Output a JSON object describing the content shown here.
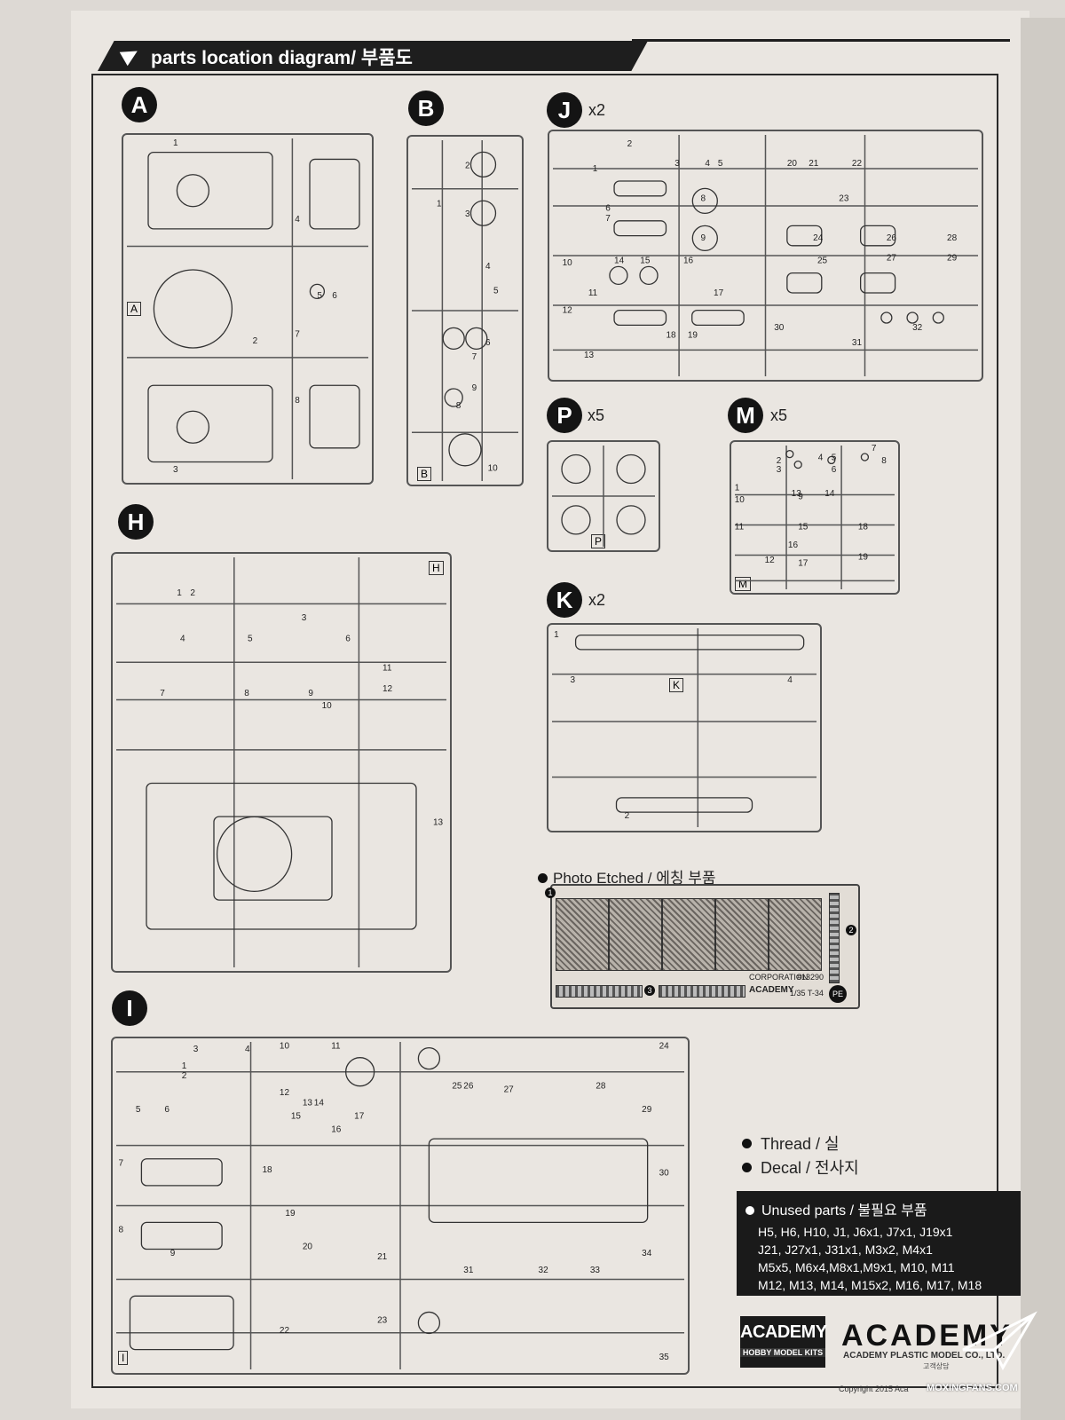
{
  "header": {
    "title": "parts location diagram/ 부품도"
  },
  "sprues": [
    {
      "letter": "A",
      "tag": "A",
      "multiplier": "",
      "numbers": [
        "1",
        "2",
        "3",
        "4",
        "5",
        "6",
        "7",
        "8"
      ]
    },
    {
      "letter": "B",
      "tag": "B",
      "multiplier": "",
      "numbers": [
        "1",
        "2",
        "3",
        "4",
        "5",
        "6",
        "7",
        "8",
        "9",
        "10"
      ]
    },
    {
      "letter": "J",
      "tag": "",
      "multiplier": "x2",
      "numbers": [
        "1",
        "2",
        "3",
        "4",
        "5",
        "6",
        "7",
        "8",
        "9",
        "10",
        "11",
        "12",
        "13",
        "14",
        "15",
        "16",
        "17",
        "18",
        "19",
        "20",
        "21",
        "22",
        "23",
        "24",
        "25",
        "26",
        "27",
        "28",
        "29",
        "30",
        "31",
        "32"
      ]
    },
    {
      "letter": "P",
      "tag": "P",
      "multiplier": "x5",
      "numbers": []
    },
    {
      "letter": "M",
      "tag": "M",
      "multiplier": "x5",
      "numbers": [
        "1",
        "2",
        "3",
        "4",
        "5",
        "6",
        "7",
        "8",
        "9",
        "10",
        "11",
        "12",
        "13",
        "14",
        "15",
        "16",
        "17",
        "18",
        "19"
      ]
    },
    {
      "letter": "K",
      "tag": "K",
      "multiplier": "x2",
      "numbers": [
        "1",
        "2",
        "3",
        "4"
      ]
    },
    {
      "letter": "H",
      "tag": "H",
      "multiplier": "",
      "numbers": [
        "1",
        "2",
        "3",
        "4",
        "5",
        "6",
        "7",
        "8",
        "9",
        "10",
        "11",
        "12",
        "13"
      ]
    },
    {
      "letter": "I",
      "tag": "I",
      "multiplier": "",
      "numbers": [
        "1",
        "2",
        "3",
        "4",
        "5",
        "6",
        "7",
        "8",
        "9",
        "10",
        "11",
        "12",
        "13",
        "14",
        "15",
        "16",
        "17",
        "18",
        "19",
        "20",
        "21",
        "22",
        "23",
        "24",
        "25",
        "26",
        "27",
        "28",
        "29",
        "30",
        "31",
        "32",
        "33",
        "34",
        "35"
      ]
    }
  ],
  "photo_etched": {
    "title": "Photo Etched / 에칭 부품",
    "markers": [
      "1",
      "2",
      "3"
    ],
    "tag": "PE",
    "corporation": "CORPORATION",
    "part_code": "#13290",
    "brand": "ACADEMY",
    "scale": "1/35 T-34"
  },
  "legend": {
    "thread": "Thread / 실",
    "decal": "Decal / 전사지"
  },
  "unused": {
    "title": "Unused parts / 불필요 부품",
    "lines": [
      "H5, H6, H10, J1, J6x1, J7x1, J19x1",
      "J21, J27x1, J31x1, M3x2, M4x1",
      "M5x5, M6x4,M8x1,M9x1, M10, M11",
      "M12, M13, M14, M15x2, M16, M17, M18"
    ]
  },
  "brand": {
    "box_title": "ACADEMY",
    "box_subtitle": "HOBBY MODEL KITS",
    "logo": "ACADEMY",
    "company": "ACADEMY PLASTIC MODEL CO., LTD.",
    "service": "고객상담",
    "copyright": "Copyright 2015  Aca"
  },
  "watermark": "MOXINGFANS.COM"
}
